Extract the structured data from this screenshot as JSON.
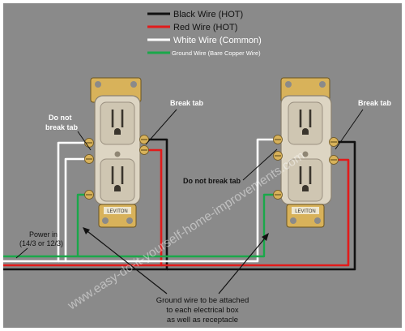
{
  "colors": {
    "background": "#8a8a8a",
    "frame": "#ffffff",
    "hot_black": "#111111",
    "hot_red": "#e21b1b",
    "common_white": "#ffffff",
    "ground_green": "#1aa84a",
    "receptacle": "#ddd5c3",
    "brass": "#d8b25a"
  },
  "legend": {
    "items": [
      {
        "label": "Black Wire (HOT)"
      },
      {
        "label": "Red Wire (HOT)"
      },
      {
        "label": "White Wire (Common)"
      },
      {
        "label": "Ground Wire (Bare Copper Wire)"
      }
    ]
  },
  "annotations": {
    "do_not_break_tab_left": [
      "Do not",
      "break tab"
    ],
    "break_tab_left": "Break tab",
    "do_not_break_tab_center": "Do not break tab",
    "break_tab_right": "Break tab",
    "power_in": [
      "Power in",
      "(14/3 or 12/3)"
    ],
    "ground_note": [
      "Ground wire to be attached",
      "to each electrical box",
      "as well as receptacle"
    ]
  },
  "receptacle_brand": "LEVITON",
  "watermark": "www.easy-do-it-yourself-home-improvements.com"
}
